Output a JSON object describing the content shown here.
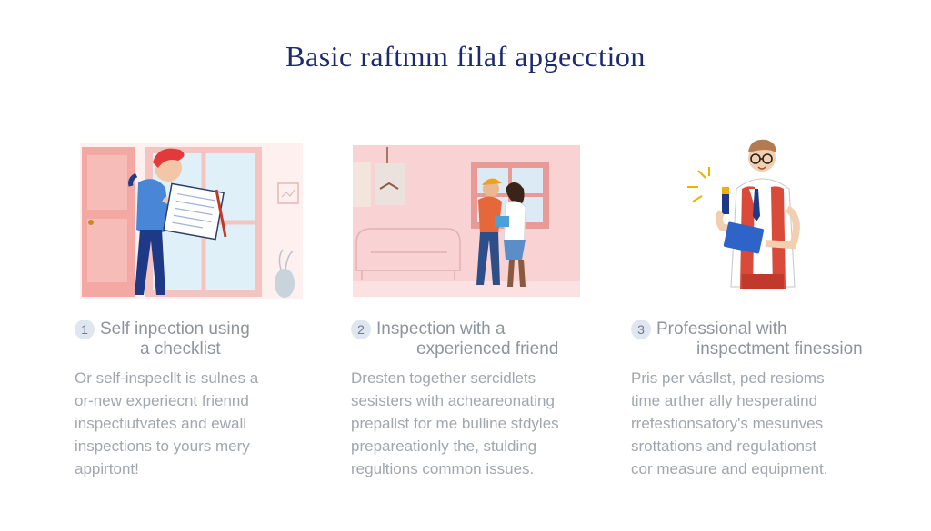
{
  "title": "Basic raftmm filaf apgecction",
  "steps": [
    {
      "number": "1",
      "heading": [
        "Self inpection using",
        "a checklist"
      ],
      "body": [
        "Or self-inspecllt is sulnes a",
        "or-new experiecnt friennd",
        "inspectiutvates and ewall",
        "inspections to yours mery",
        "appirtont!"
      ]
    },
    {
      "number": "2",
      "heading": [
        "Inspection with a",
        "experienced friend"
      ],
      "body": [
        "Dresten together sercidlets",
        "sesisters with acheareonating",
        "prepallst for me bulline stdyles",
        "prepareationly the, stulding",
        "regultions common issues."
      ]
    },
    {
      "number": "3",
      "heading": [
        "Professional with",
        "inspectment finession"
      ],
      "body": [
        "Pris per vásllst, ped resioms",
        "time arther ally hesperatind",
        "rrefestionsatory's mesurives",
        "srottations and regulationst",
        "cor measure and equipment."
      ]
    }
  ]
}
